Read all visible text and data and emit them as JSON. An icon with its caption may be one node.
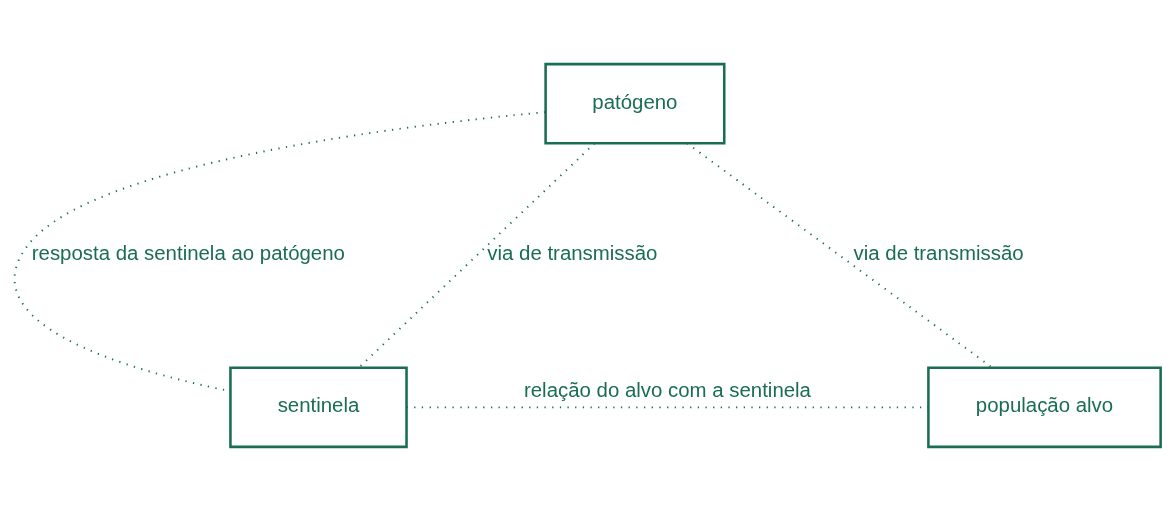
{
  "diagram": {
    "nodes": [
      {
        "text": [
          "patógeno"
        ]
      },
      {
        "text": [
          "sentinela"
        ]
      },
      {
        "text": [
          "população alvo"
        ]
      }
    ],
    "edges": [
      {
        "from": 0,
        "to": 1,
        "arrow": "none",
        "label": "resposta da sentinela ao patógeno"
      },
      {
        "from": 0,
        "to": 1,
        "arrow": "none",
        "label": "via de transmissão"
      },
      {
        "from": 0,
        "to": 2,
        "arrow": "none",
        "label": "via de transmissão"
      },
      {
        "from": 1,
        "to": 2,
        "arrow": "none",
        "label": "relação do alvo com a sentinela"
      }
    ]
  }
}
